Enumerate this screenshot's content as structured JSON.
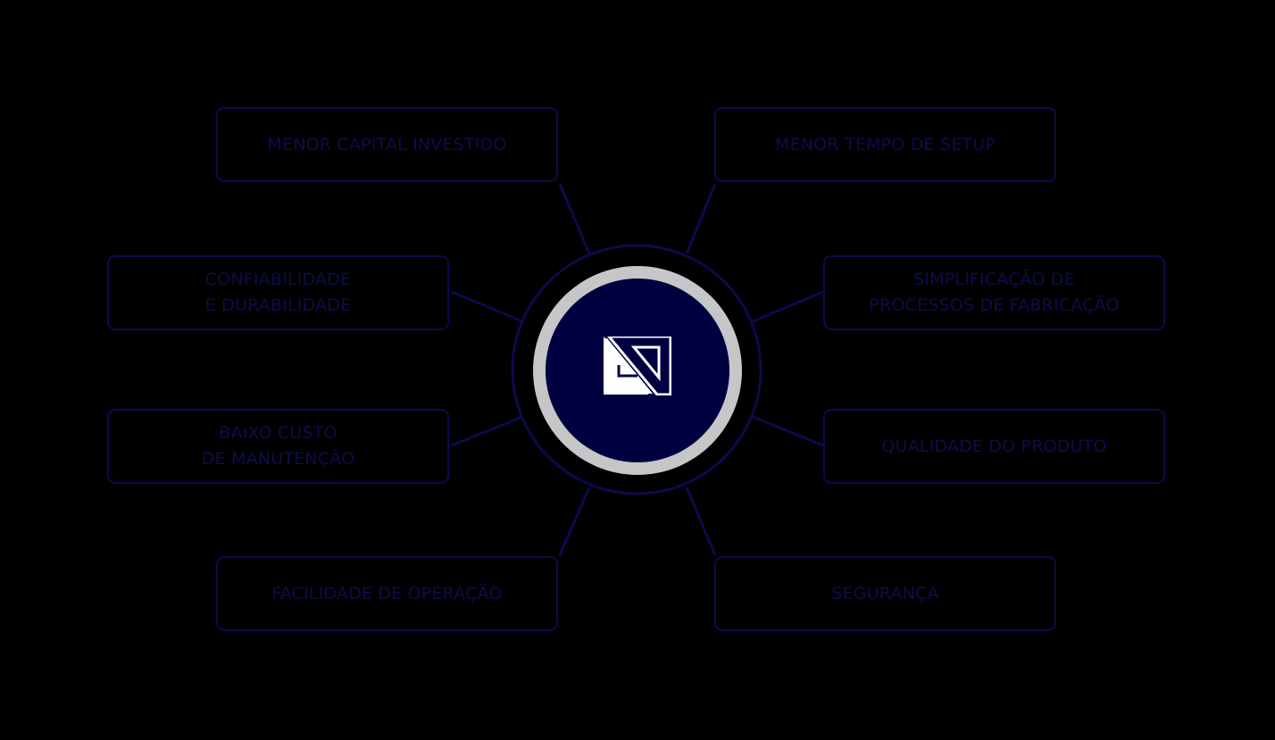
{
  "diagram": {
    "center_icon": "company-logo-icon",
    "colors": {
      "background": "#000000",
      "box_border": "#0b0b4e",
      "text": "#0d0d4c",
      "center_fill": "#000040",
      "ring": "#c6c6c8",
      "logo": "#ffffff"
    },
    "benefits": [
      {
        "label": "MENOR CAPITAL INVESTIDO"
      },
      {
        "label": "MENOR TEMPO DE SETUP"
      },
      {
        "label": "CONFIABILIDADE\nE DURABILIDADE"
      },
      {
        "label": "SIMPLIFICAÇÃO DE\nPROCESSOS DE FABRICAÇÃO"
      },
      {
        "label": "BAIXO CUSTO\nDE MANUTENÇÃO"
      },
      {
        "label": "QUALIDADE DO PRODUTO"
      },
      {
        "label": "FACILIDADE DE OPERAÇÃO"
      },
      {
        "label": "SEGURANÇA"
      }
    ]
  }
}
